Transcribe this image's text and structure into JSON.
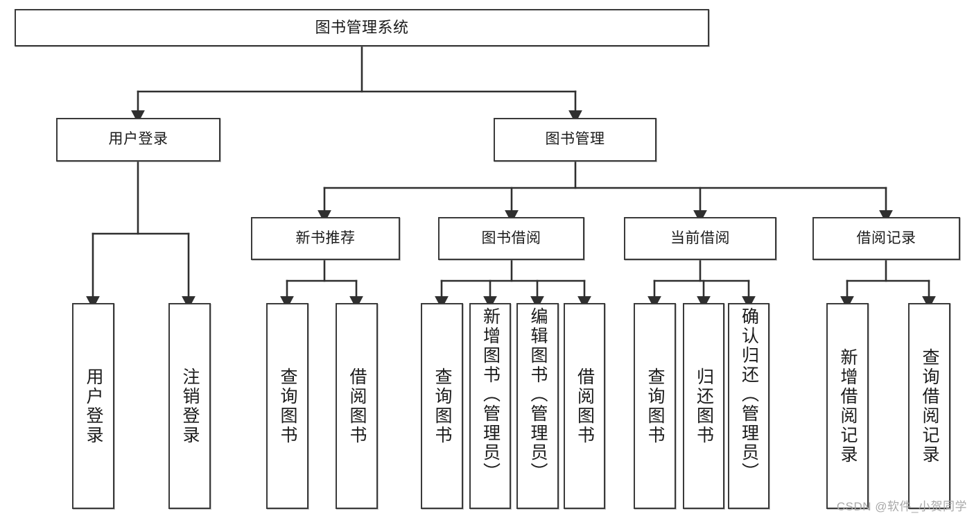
{
  "diagram": {
    "title": "图书管理系统",
    "type": "tree",
    "watermark": "CSDN @软件_小贺同学",
    "colors": {
      "box_border": "#3a3a3a",
      "box_fill": "#ffffff",
      "connector": "#2f2f2f",
      "text": "#1b1b1b",
      "watermark": "#a8a8a8"
    },
    "levels": {
      "root": "图书管理系统",
      "level2": [
        "用户登录",
        "图书管理"
      ],
      "level3": [
        "新书推荐",
        "图书借阅",
        "当前借阅",
        "借阅记录"
      ]
    },
    "nodes": {
      "root": {
        "label": "图书管理系统"
      },
      "user_login": {
        "label": "用户登录"
      },
      "book_manage": {
        "label": "图书管理"
      },
      "new_book_rec": {
        "label": "新书推荐"
      },
      "book_borrow": {
        "label": "图书借阅"
      },
      "current_borrow": {
        "label": "当前借阅"
      },
      "borrow_record": {
        "label": "借阅记录"
      },
      "leaf_user_login": {
        "label": "用户登录"
      },
      "leaf_logout": {
        "label": "注销登录"
      },
      "leaf_query_book_1": {
        "label": "查询图书"
      },
      "leaf_borrow_book_1": {
        "label": "借阅图书"
      },
      "leaf_query_book_2": {
        "label": "查询图书"
      },
      "leaf_add_book": {
        "label": "新增图书（管理员）"
      },
      "leaf_edit_book": {
        "label": "编辑图书（管理员）"
      },
      "leaf_borrow_book_2": {
        "label": "借阅图书"
      },
      "leaf_query_book_3": {
        "label": "查询图书"
      },
      "leaf_return_book": {
        "label": "归还图书"
      },
      "leaf_confirm_return": {
        "label": "确认归还（管理员）"
      },
      "leaf_add_record": {
        "label": "新增借阅记录"
      },
      "leaf_query_record": {
        "label": "查询借阅记录"
      }
    },
    "edges": [
      {
        "from": "root",
        "to": "user_login"
      },
      {
        "from": "root",
        "to": "book_manage"
      },
      {
        "from": "user_login",
        "to": "leaf_user_login"
      },
      {
        "from": "user_login",
        "to": "leaf_logout"
      },
      {
        "from": "book_manage",
        "to": "new_book_rec"
      },
      {
        "from": "book_manage",
        "to": "book_borrow"
      },
      {
        "from": "book_manage",
        "to": "current_borrow"
      },
      {
        "from": "book_manage",
        "to": "borrow_record"
      },
      {
        "from": "new_book_rec",
        "to": "leaf_query_book_1"
      },
      {
        "from": "new_book_rec",
        "to": "leaf_borrow_book_1"
      },
      {
        "from": "book_borrow",
        "to": "leaf_query_book_2"
      },
      {
        "from": "book_borrow",
        "to": "leaf_add_book"
      },
      {
        "from": "book_borrow",
        "to": "leaf_edit_book"
      },
      {
        "from": "book_borrow",
        "to": "leaf_borrow_book_2"
      },
      {
        "from": "current_borrow",
        "to": "leaf_query_book_3"
      },
      {
        "from": "current_borrow",
        "to": "leaf_return_book"
      },
      {
        "from": "current_borrow",
        "to": "leaf_confirm_return"
      },
      {
        "from": "borrow_record",
        "to": "leaf_add_record"
      },
      {
        "from": "borrow_record",
        "to": "leaf_query_record"
      }
    ]
  }
}
